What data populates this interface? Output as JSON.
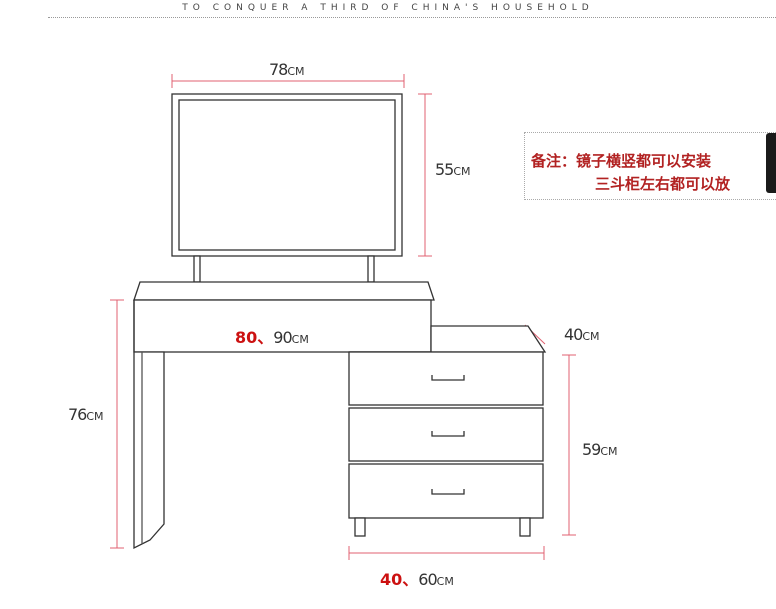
{
  "header": {
    "tagline": "TO CONQUER A THIRD OF CHINA'S HOUSEHOLD"
  },
  "dimensions": {
    "mirror_width": {
      "value": "78",
      "unit": "CM"
    },
    "mirror_height": {
      "value": "55",
      "unit": "CM"
    },
    "desk_width": {
      "red": "80",
      "sep": "、",
      "value": "90",
      "unit": "CM"
    },
    "cabinet_depth": {
      "value": "40",
      "unit": "CM"
    },
    "desk_height": {
      "value": "76",
      "unit": "CM"
    },
    "cabinet_height": {
      "value": "59",
      "unit": "CM"
    },
    "cabinet_width": {
      "red": "40",
      "sep": "、",
      "value": "60",
      "unit": "CM"
    }
  },
  "note": {
    "line1": "备注：镜子横竖都可以安装",
    "line2": "三斗柜左右都可以放"
  },
  "colors": {
    "dimension_line": "#e06070",
    "outline": "#333333",
    "note_text": "#b22222"
  }
}
